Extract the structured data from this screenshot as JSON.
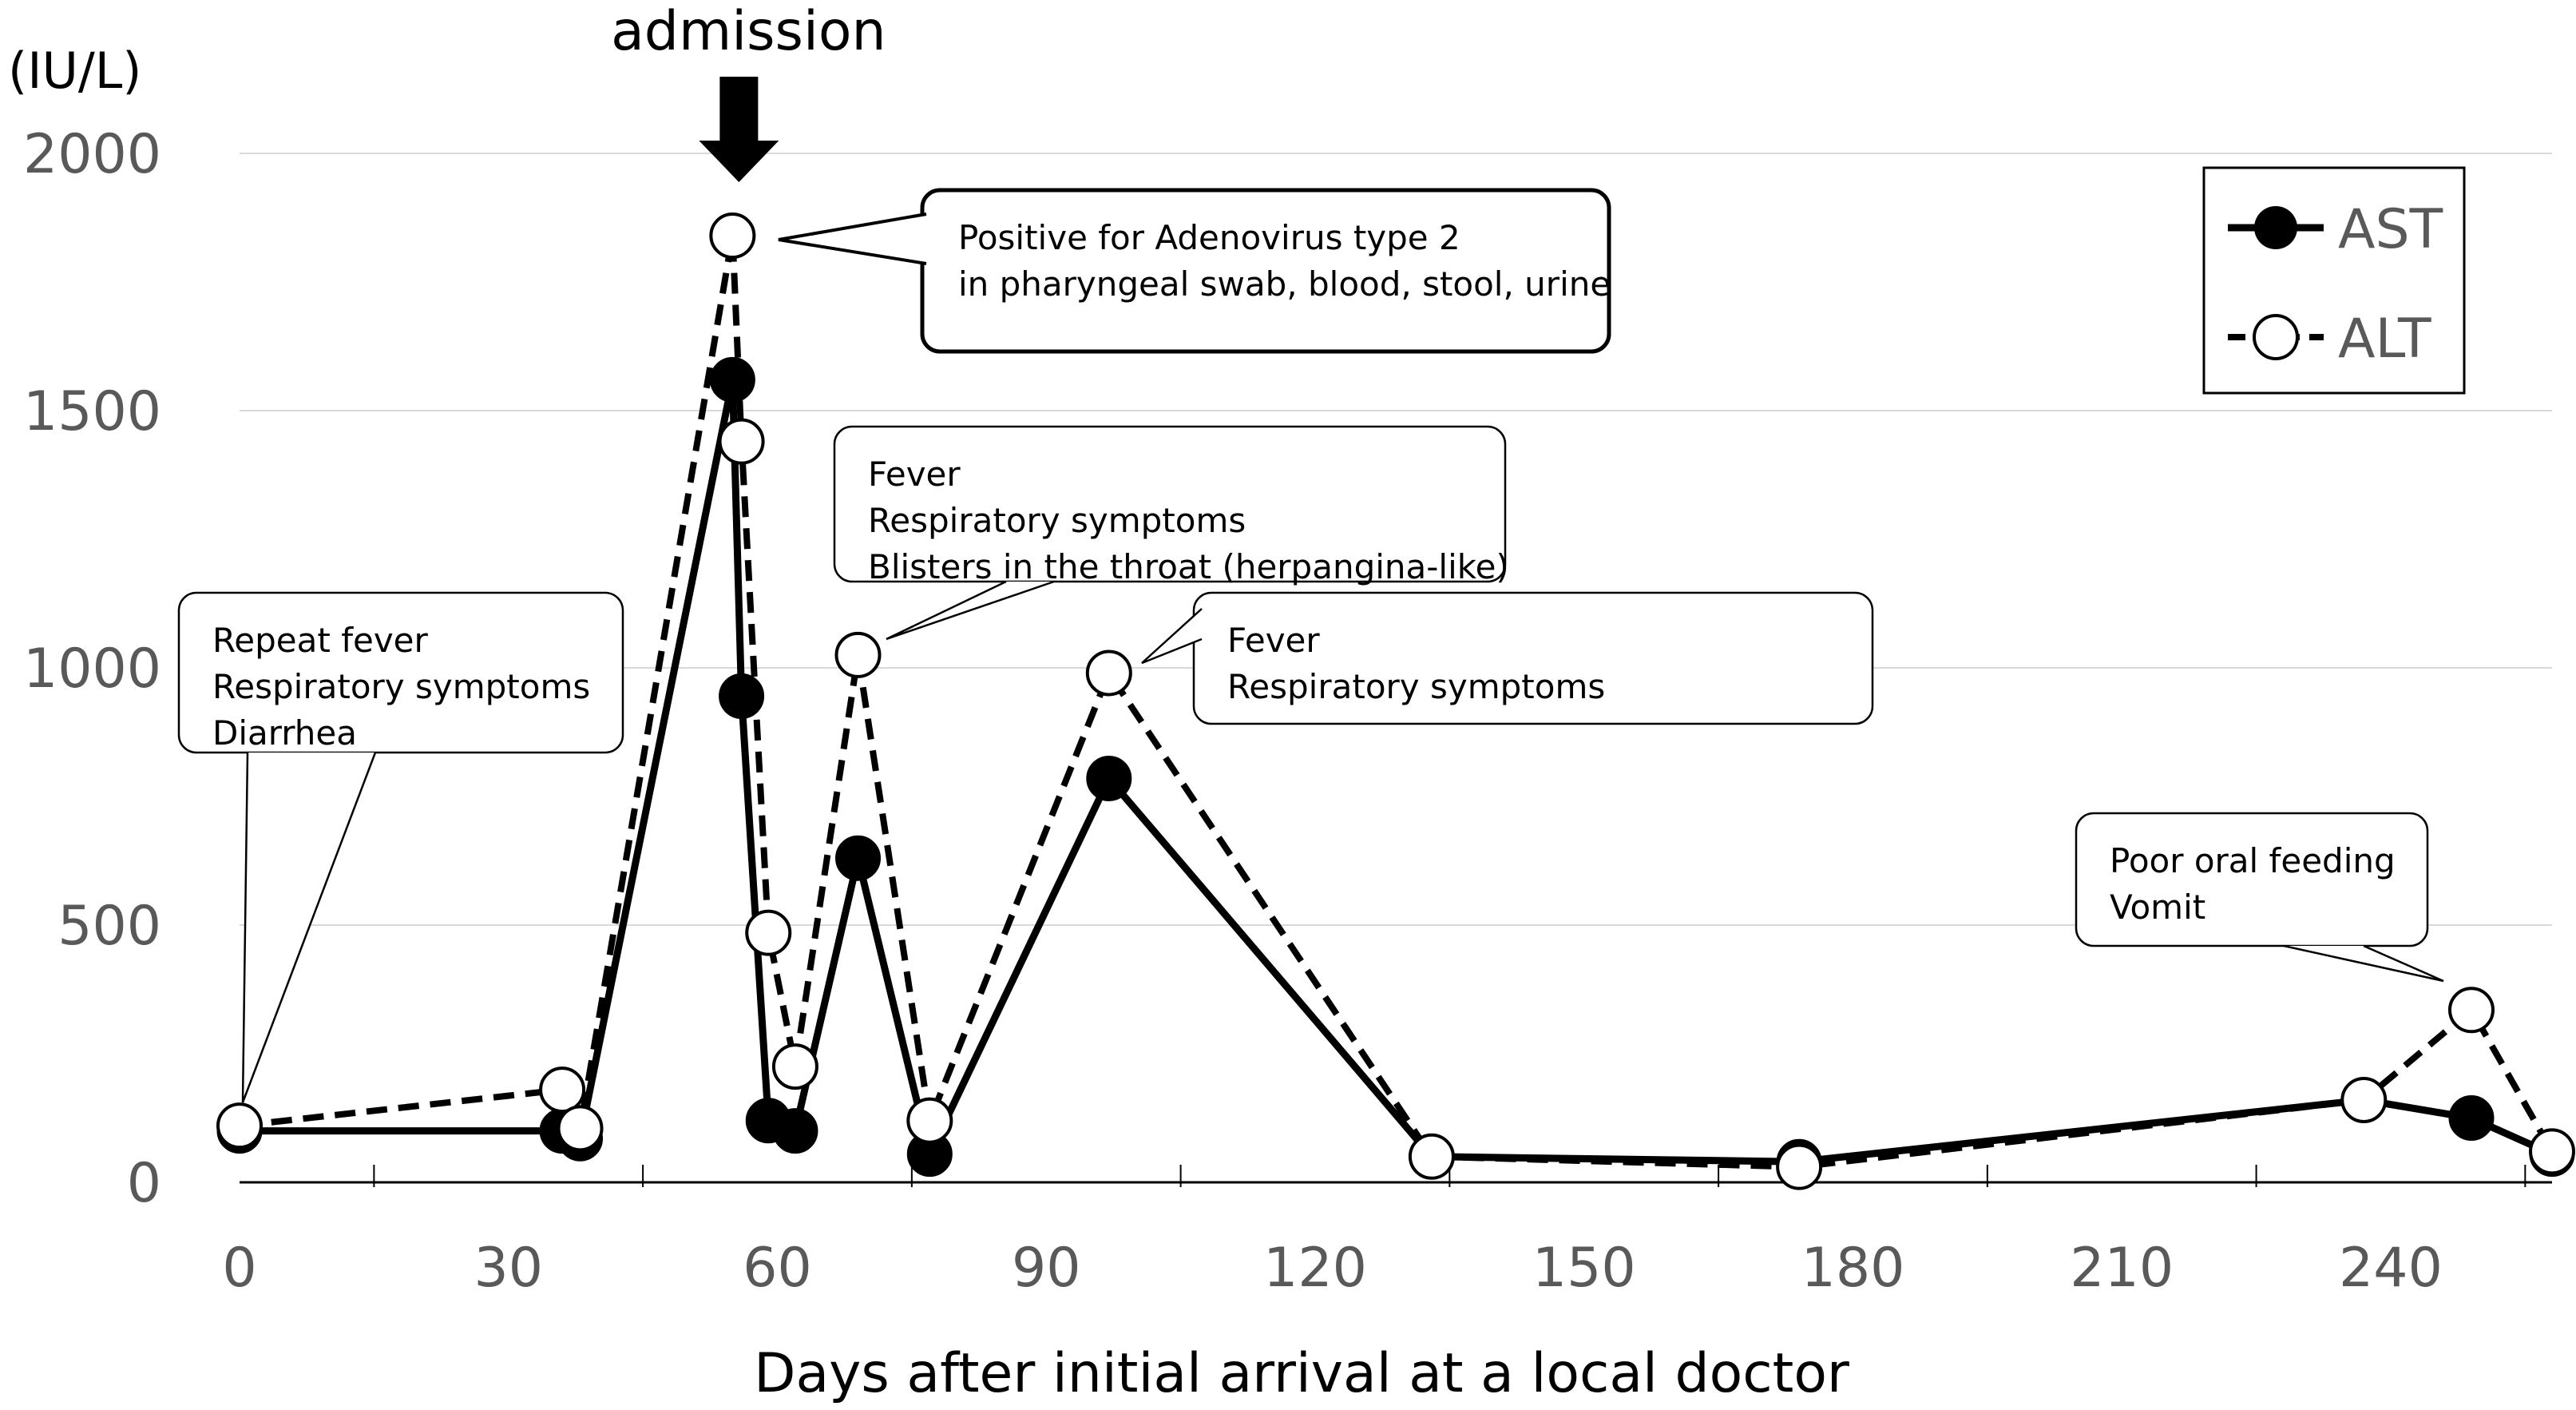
{
  "chart_data": {
    "type": "line",
    "x_axis_label": "Days after initial arrival at a local doctor",
    "y_unit": "(IU/L)",
    "xlim": [
      0,
      258
    ],
    "ylim": [
      0,
      2000
    ],
    "x_ticks": [
      0,
      30,
      60,
      90,
      120,
      150,
      180,
      210,
      240
    ],
    "y_ticks": [
      0,
      500,
      1000,
      1500,
      2000
    ],
    "grid": true,
    "legend_position": "top-right",
    "series": [
      {
        "name": "AST",
        "line_style": "solid",
        "marker": "filled-circle",
        "x": [
          0,
          36,
          38,
          55,
          56,
          59,
          62,
          69,
          77,
          97,
          133,
          174,
          237,
          249,
          258
        ],
        "y": [
          100,
          100,
          85,
          1560,
          945,
          120,
          100,
          630,
          55,
          785,
          50,
          40,
          160,
          125,
          55
        ]
      },
      {
        "name": "ALT",
        "line_style": "dashed",
        "marker": "open-circle",
        "x": [
          0,
          36,
          38,
          55,
          56,
          59,
          62,
          69,
          77,
          97,
          133,
          174,
          237,
          249,
          258
        ],
        "y": [
          110,
          180,
          105,
          1840,
          1440,
          485,
          225,
          1025,
          120,
          990,
          50,
          30,
          160,
          335,
          60
        ]
      }
    ],
    "admission_marker": {
      "day": 55,
      "label": "admission"
    },
    "annotations": [
      {
        "lines": [
          "Repeat fever",
          "Respiratory symptoms",
          "Diarrhea"
        ]
      },
      {
        "lines": [
          "Positive for Adenovirus type 2",
          "in pharyngeal swab, blood, stool, urine"
        ]
      },
      {
        "lines": [
          "Fever",
          "Respiratory symptoms",
          "Blisters in the throat (herpangina-like)"
        ]
      },
      {
        "lines": [
          "Fever",
          "Respiratory symptoms"
        ]
      },
      {
        "lines": [
          "Poor oral feeding",
          "Vomit"
        ]
      }
    ]
  },
  "colors": {
    "ast": "#000000",
    "alt_fill": "#ffffff",
    "grid": "#d9d9d9",
    "axis_text": "#595959"
  }
}
